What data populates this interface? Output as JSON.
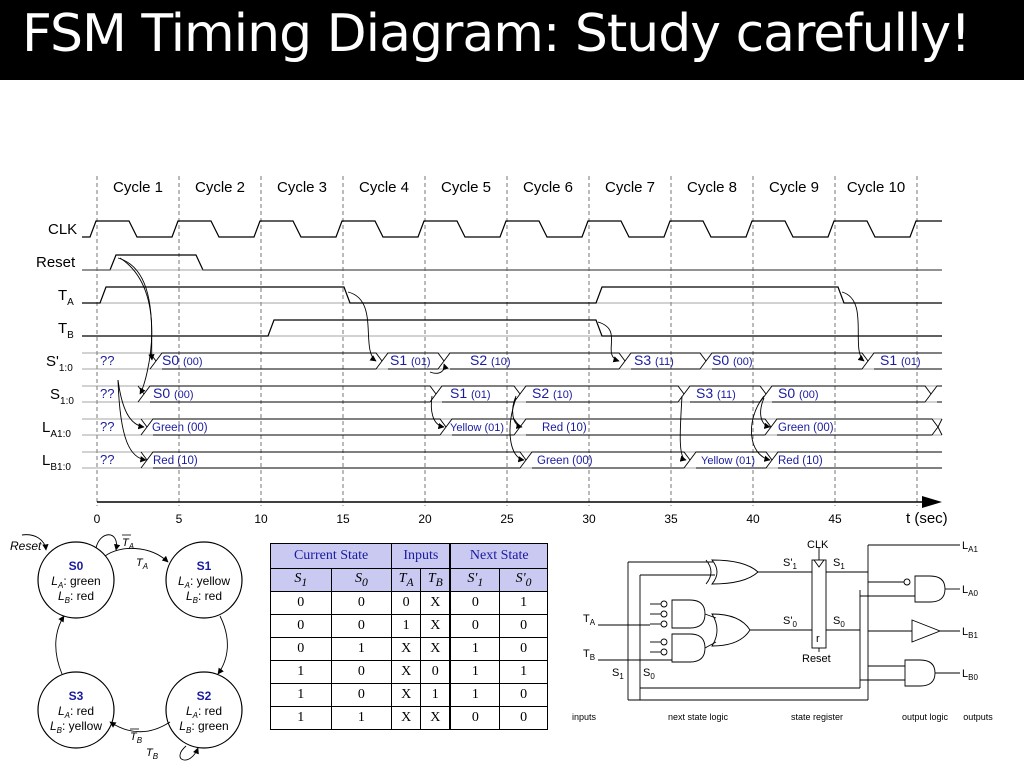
{
  "title": "FSM Timing Diagram:  Study carefully!",
  "timing": {
    "cycles": [
      "Cycle 1",
      "Cycle 2",
      "Cycle 3",
      "Cycle 4",
      "Cycle 5",
      "Cycle 6",
      "Cycle 7",
      "Cycle 8",
      "Cycle 9",
      "Cycle 10"
    ],
    "signals": {
      "clk": "CLK",
      "reset": "Reset",
      "ta": {
        "main": "T",
        "sub": "A"
      },
      "tb": {
        "main": "T",
        "sub": "B"
      },
      "sp": {
        "main": "S'",
        "sub": "1:0"
      },
      "s": {
        "main": "S",
        "sub": "1:0"
      },
      "la": {
        "main": "L",
        "sub": "A1:0"
      },
      "lb": {
        "main": "L",
        "sub": "B1:0"
      }
    },
    "unknown": "??",
    "sp_values": [
      {
        "name": "S0",
        "code": "(00)"
      },
      {
        "name": "S1",
        "code": "(01)"
      },
      {
        "name": "S2",
        "code": "(10)"
      },
      {
        "name": "S3",
        "code": "(11)"
      },
      {
        "name": "S0",
        "code": "(00)"
      },
      {
        "name": "S1",
        "code": "(01)"
      }
    ],
    "s_values": [
      {
        "name": "S0",
        "code": "(00)"
      },
      {
        "name": "S1",
        "code": "(01)"
      },
      {
        "name": "S2",
        "code": "(10)"
      },
      {
        "name": "S3",
        "code": "(11)"
      },
      {
        "name": "S0",
        "code": "(00)"
      }
    ],
    "la_values": [
      "Green (00)",
      "Yellow (01)",
      "Red (10)",
      "Green (00)"
    ],
    "lb_values": [
      "Red (10)",
      "Green (00)",
      "Yellow (01)",
      "Red (10)"
    ],
    "ticks": [
      "0",
      "5",
      "10",
      "15",
      "20",
      "25",
      "30",
      "35",
      "40",
      "45"
    ],
    "axis_label": "t (sec)"
  },
  "state_diagram": {
    "reset": "Reset",
    "states": [
      {
        "name": "S0",
        "la": "green",
        "lb": "red"
      },
      {
        "name": "S1",
        "la": "yellow",
        "lb": "red"
      },
      {
        "name": "S2",
        "la": "red",
        "lb": "green"
      },
      {
        "name": "S3",
        "la": "red",
        "lb": "yellow"
      }
    ],
    "la_prefix": "L",
    "la_sub": "A",
    "lb_prefix": "L",
    "lb_sub": "B",
    "ta": {
      "main": "T",
      "sub": "A"
    },
    "tb": {
      "main": "T",
      "sub": "B"
    }
  },
  "table": {
    "groups": [
      "Current State",
      "Inputs",
      "Next State"
    ],
    "columns": [
      {
        "main": "S",
        "sub": "1"
      },
      {
        "main": "S",
        "sub": "0"
      },
      {
        "main": "T",
        "sub": "A"
      },
      {
        "main": "T",
        "sub": "B"
      },
      {
        "main": "S'",
        "sub": "1"
      },
      {
        "main": "S'",
        "sub": "0"
      }
    ],
    "rows": [
      [
        "0",
        "0",
        "0",
        "X",
        "0",
        "1"
      ],
      [
        "0",
        "0",
        "1",
        "X",
        "0",
        "0"
      ],
      [
        "0",
        "1",
        "X",
        "X",
        "1",
        "0"
      ],
      [
        "1",
        "0",
        "X",
        "0",
        "1",
        "1"
      ],
      [
        "1",
        "0",
        "X",
        "1",
        "1",
        "0"
      ],
      [
        "1",
        "1",
        "X",
        "X",
        "0",
        "0"
      ]
    ]
  },
  "circuit": {
    "clk": "CLK",
    "sp1": {
      "main": "S'",
      "sub": "1"
    },
    "s1": {
      "main": "S",
      "sub": "1"
    },
    "sp0": {
      "main": "S'",
      "sub": "0"
    },
    "s0": {
      "main": "S",
      "sub": "0"
    },
    "r": "r",
    "reset": "Reset",
    "ta": {
      "main": "T",
      "sub": "A"
    },
    "tb": {
      "main": "T",
      "sub": "B"
    },
    "s1_in": {
      "main": "S",
      "sub": "1"
    },
    "s0_in": {
      "main": "S",
      "sub": "0"
    },
    "outputs": [
      {
        "main": "L",
        "sub": "A1"
      },
      {
        "main": "L",
        "sub": "A0"
      },
      {
        "main": "L",
        "sub": "B1"
      },
      {
        "main": "L",
        "sub": "B0"
      }
    ],
    "sections": [
      "inputs",
      "next state logic",
      "state register",
      "output logic",
      "outputs"
    ]
  }
}
